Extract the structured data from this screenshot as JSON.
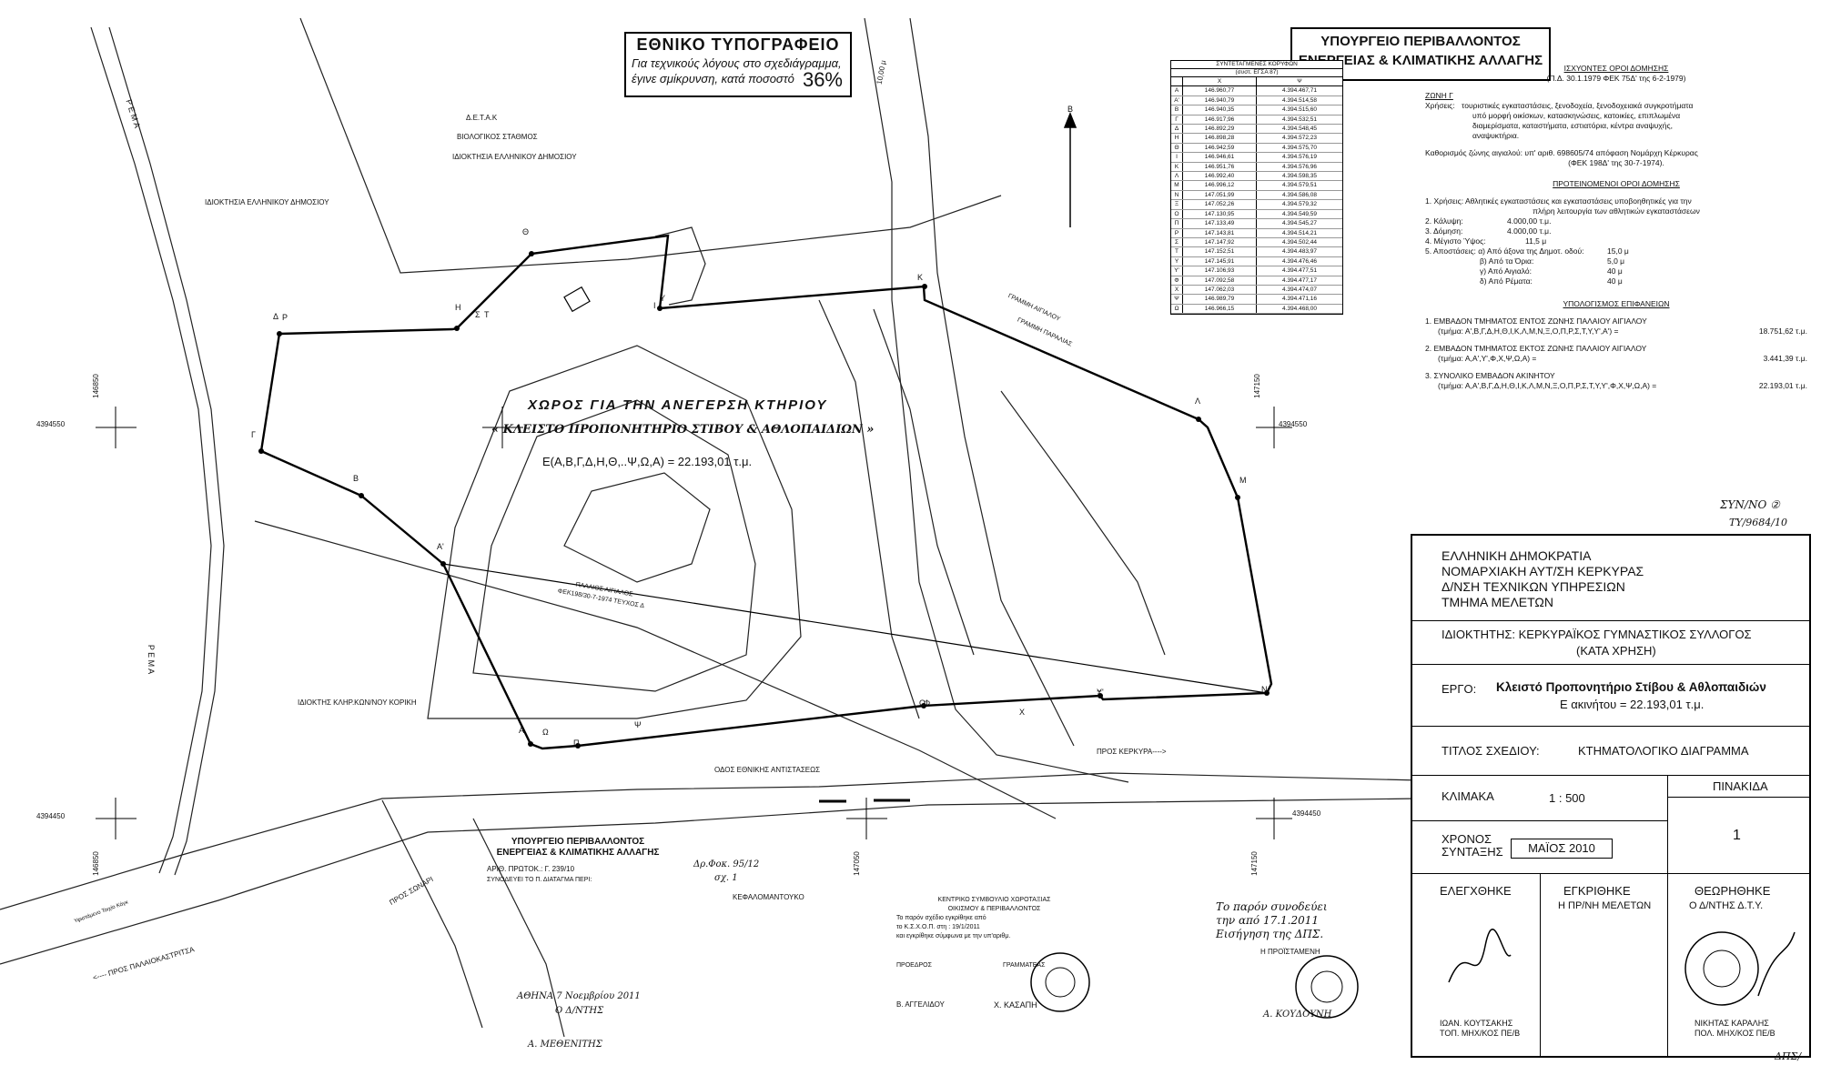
{
  "top_stamp": {
    "title": "ΕΘΝΙΚΟ ΤΥΠΟΓΡΑΦΕΙΟ",
    "line1": "Για τεχνικούς λόγους στο σχεδιάγραμμα,",
    "line2": "έγινε σμίκρυνση, κατά ποσοστό",
    "percent": "36%"
  },
  "ministry_stamp": {
    "line1": "ΥΠΟΥΡΓΕΙΟ ΠΕΡΙΒΑΛΛΟΝΤΟΣ",
    "line2": "ΕΝΕΡΓΕΙΑΣ & ΚΛΙΜΑΤΙΚΗΣ ΑΛΛΑΓΗΣ"
  },
  "coord_table": {
    "title": "ΣΥΝΤΕΤΑΓΜΕΝΕΣ ΚΟΡΥΦΩΝ",
    "subtitle": "(συστ. ΕΓΣΑ 87)",
    "col_x": "X",
    "col_y": "Ψ",
    "rows": [
      [
        "A",
        "146.960,77",
        "4.394.467,71"
      ],
      [
        "A'",
        "146.940,79",
        "4.394.514,58"
      ],
      [
        "B",
        "146.940,35",
        "4.394.515,60"
      ],
      [
        "Γ",
        "146.917,96",
        "4.394.532,51"
      ],
      [
        "Δ",
        "146.892,29",
        "4.394.548,45"
      ],
      [
        "H",
        "146.898,28",
        "4.394.572,23"
      ],
      [
        "Θ",
        "146.942,59",
        "4.394.575,70"
      ],
      [
        "I",
        "146.946,61",
        "4.394.576,19"
      ],
      [
        "K",
        "146.951,76",
        "4.394.576,96"
      ],
      [
        "Λ",
        "146.992,40",
        "4.394.598,35"
      ],
      [
        "M",
        "146.996,12",
        "4.394.579,51"
      ],
      [
        "N",
        "147.051,99",
        "4.394.586,08"
      ],
      [
        "Ξ",
        "147.052,26",
        "4.394.579,32"
      ],
      [
        "O",
        "147.130,95",
        "4.394.549,59"
      ],
      [
        "Π",
        "147.133,49",
        "4.394.545,27"
      ],
      [
        "P",
        "147.143,81",
        "4.394.514,21"
      ],
      [
        "Σ",
        "147.147,92",
        "4.394.502,44"
      ],
      [
        "T",
        "147.152,51",
        "4.394.483,97"
      ],
      [
        "Y",
        "147.145,91",
        "4.394.476,46"
      ],
      [
        "Y'",
        "147.106,93",
        "4.394.477,51"
      ],
      [
        "Φ",
        "147.092,58",
        "4.394.477,17"
      ],
      [
        "X",
        "147.062,03",
        "4.394.474,07"
      ],
      [
        "Ψ",
        "146.989,79",
        "4.394.471,16"
      ],
      [
        "Ω",
        "146.966,15",
        "4.394.468,00"
      ]
    ]
  },
  "terms": {
    "existing_title": "ΙΣΧΥΟΝΤΕΣ ΟΡΟΙ ΔΟΜΗΣΗΣ",
    "existing_ref": "(Π.Δ. 30.1.1979   ΦΕΚ 75Δ'  της 6-2-1979)",
    "zone": "ΖΩΝΗ Γ",
    "uses_label": "Χρήσεις:",
    "uses_1": "τουριστικές εγκαταστάσεις, ξενοδοχεία, ξενοδοχειακά συγκροτήματα",
    "uses_2": "υπό μορφή οικίσκων, κατασκηνώσεις, κατοικίες, επιπλωμένα",
    "uses_3": "διαμερίσματα, καταστήματα, εστιατόρια, κέντρα αναψυχής,",
    "uses_4": "αναψυκτήρια.",
    "shore_1": "Καθορισμός ζώνης αιγιαλού:  υπ' αριθ. 698605/74 απόφαση Νομάρχη Κέρκυρας",
    "shore_2": "(ΦΕΚ 198Δ' της 30-7-1974).",
    "proposed_title": "ΠΡΟΤΕΙΝΟΜΕΝΟΙ ΟΡΟΙ ΔΟΜΗΣΗΣ",
    "p1a": "1. Χρήσεις:  Αθλητικές εγκαταστάσεις και εγκαταστάσεις υποβοηθητικές για την",
    "p1b": "πλήρη λειτουργία των αθλητικών εγκαταστάσεων",
    "p2": "2.  Κάλυψη:",
    "p2v": "4.000,00  τ.μ.",
    "p3": "3.  Δόμηση:",
    "p3v": "4.000,00  τ.μ.",
    "p4": "4.  Μέγιστο Ύψος:",
    "p4v": "11,5 μ",
    "p5": "5.  Αποστάσεις:  α) Από άξονα της Δημοτ. οδού:",
    "p5v": "15,0 μ",
    "p5b": "β) Από τα Όρια:",
    "p5bv": "5,0 μ",
    "p5c": "γ) Από Αιγιαλό:",
    "p5cv": "40 μ",
    "p5d": "δ) Από Ρέματα:",
    "p5dv": "40 μ",
    "area_title": "ΥΠΟΛΟΓΙΣΜΟΣ ΕΠΙΦΑΝΕΙΩΝ",
    "a1": "1. ΕΜΒΑΔΟΝ ΤΜΗΜΑΤΟΣ ΕΝΤΟΣ ΖΩΝΗΣ ΠΑΛΑΙΟΥ ΑΙΓΙΑΛΟΥ",
    "a1b": "(τμήμα: Α',Β,Γ,Δ,Η,Θ,Ι,Κ,Λ,Μ,Ν,Ξ,Ο,Π,Ρ,Σ,Τ,Υ,Υ',Α') =",
    "a1v": "18.751,62  τ.μ.",
    "a2": "2. ΕΜΒΑΔΟΝ ΤΜΗΜΑΤΟΣ ΕΚΤΟΣ ΖΩΝΗΣ ΠΑΛΑΙΟΥ ΑΙΓΙΑΛΟΥ",
    "a2b": "(τμήμα: Α,Α',Υ',Φ,Χ,Ψ,Ω,Α) =",
    "a2v": "3.441,39  τ.μ.",
    "a3": "3. ΣΥΝΟΛΙΚΟ ΕΜΒΑΔΟΝ ΑΚΙΝΗΤΟΥ",
    "a3b": "(τμήμα: Α,Α',Β,Γ,Δ,Η,Θ,Ι,Κ,Λ,Μ,Ν,Ξ,Ο,Π,Ρ,Σ,Τ,Υ,Υ',Φ,Χ,Ψ,Ω,Α) =",
    "a3v": "22.193,01  τ.μ."
  },
  "title_block": {
    "org1": "ΕΛΛΗΝΙΚΗ ΔΗΜΟΚΡΑΤΙΑ",
    "org2": "ΝΟΜΑΡΧΙΑΚΗ ΑΥΤ/ΣΗ ΚΕΡΚΥΡΑΣ",
    "org3": "Δ/ΝΣΗ  ΤΕΧΝΙΚΩΝ ΥΠΗΡΕΣΙΩΝ",
    "org4": "ΤΜΗΜΑ ΜΕΛΕΤΩΝ",
    "owner_label": "ΙΔΙΟΚΤΗΤΗΣ:",
    "owner": "ΚΕΡΚΥΡΑΪΚΟΣ ΓΥΜΝΑΣΤΙΚΟΣ ΣΥΛΛΟΓΟΣ",
    "owner2": "(ΚΑΤΑ ΧΡΗΣΗ)",
    "project_label": "ΕΡΓΟ:",
    "project": "Κλειστό Προπονητήριο Στίβου & Αθλοπαιδιών",
    "project_area": "Ε ακινήτου = 22.193,01 τ.μ.",
    "drawing_label": "ΤΙΤΛΟΣ ΣΧΕΔΙΟΥ:",
    "drawing": "ΚΤΗΜΑΤΟΛΟΓΙΚΟ  ΔΙΑΓΡΑΜΜΑ",
    "scale_label": "ΚΛΙΜΑΚΑ",
    "scale": "1 : 500",
    "sheet_label": "ΠΙΝΑΚΙΔΑ",
    "sheet": "1",
    "time_label1": "ΧΡΟΝΟΣ",
    "time_label2": "ΣΥΝΤΑΞΗΣ",
    "time": "ΜΑΪΟΣ  2010",
    "checked": "ΕΛΕΓΧΘΗΚΕ",
    "approved": "ΕΓΚΡΙΘΗΚΕ",
    "approved2": "Η ΠΡ/ΝΗ ΜΕΛΕΤΩΝ",
    "reviewed": "ΘΕΩΡΗΘΗΚΕ",
    "reviewed2": "Ο Δ/ΝΤΗΣ Δ.Τ.Υ.",
    "sig1a": "ΙΩΑΝ. ΚΟΥΤΣΑΚΗΣ",
    "sig1b": "ΤΟΠ. ΜΗΧ/ΚΟΣ ΠΕ/Β",
    "sig3a": "ΝΙΚΗΤΑΣ ΚΑΡΑΛΗΣ",
    "sig3b": "ΠΟΛ. ΜΗΧ/ΚΟΣ ΠΕ/Β"
  },
  "handwritten": {
    "doc1": "ΣΥΝ/ΝΟ ②",
    "doc2": "ΤΥ/9684/10",
    "date_note1": "Το παρόν συνοδεύει",
    "date_note2": "την από 17.1.2011",
    "date_note3": "Εισήγηση της ΔΠΣ.",
    "bottom_code": "ΔΠΣ/",
    "title1": "ΧΩΡΟΣ  ΓΙΑ ΤΗΝ ΑΝΕΓΕΡΣΗ ΚΤΗΡΙΟΥ",
    "title2": "« ΚΛΕΙΣΤΟ ΠΡΟΠΟΝΗΤΗΡΙΟ ΣΤΙΒΟΥ & ΑΘΛΟΠΑΙΔΙΩΝ »",
    "area": "Ε(Α,Β,Γ,Δ,Η,Θ,..Ψ,Ω,Α) = 22.193,01 τ.μ.",
    "ministry_bottom_1": "ΥΠΟΥΡΓΕΙΟ  ΠΕΡΙΒΑΛΛΟΝΤΟΣ",
    "ministry_bottom_2": "ΕΝΕΡΓΕΙΑΣ & ΚΛΙΜΑΤΙΚΗΣ ΑΛΛΑΓΗΣ",
    "protocol": "ΑΡΙΘ. ΠΡΩΤΟΚ.:   Γ. 239/10",
    "note_a": "ΣΥΝΟΔΕΥΕΙ ΤΟ Π. ΔΙΑΤΑΓΜΑ ΠΕΡΙ:",
    "athens1": "ΑΘΗΝΑ   7   Νοεμβρίου  2011",
    "athens2": "Ο Δ/ΝΤΗΣ",
    "signer": "Α. ΜΕΘΕΝΙΤΗΣ",
    "fok1": "Δρ.Φοκ. 95/12",
    "fok2": "σχ. 1",
    "kentro1": "ΚΕΝΤΡΙΚΟ ΣΥΜΒΟΥΛΙΟ ΧΩΡΟΤΑΞΙΑΣ",
    "kentro2": "ΟΙΚΙΣΜΟΥ & ΠΕΡΙΒΑΛΛΟΝΤΟΣ",
    "kentro3": "Το παρόν σχέδιο εγκρίθηκε από",
    "kentro4": "το Κ.Σ.Χ.Ο.Π. στη :   19/1/2011",
    "kentro5": "και εγκρίθηκε σύμφωνα με την υπ'αριθμ.",
    "proedr": "ΠΡΟΕΔΡΟΣ",
    "gramm": "ΓΡΑΜΜΑΤΕΑΣ",
    "vag": "Β. ΑΓΓΕΛΙΔΟΥ",
    "xkas": "Χ. ΚΑΣΑΠΗ",
    "apoth": "Η ΠΡΟΪΣΤΑΜΕΝΗ",
    "akoud": "Α. ΚΟΥΔΟΥΝΗ"
  },
  "map_labels": {
    "detak": "Δ.Ε.Τ.Α.Κ",
    "bio": "ΒΙΟΛΟΓΙΚΟΣ ΣΤΑΘΜΟΣ",
    "idio1": "ΙΔΙΟΚΤΗΣΙΑ ΕΛΛΗΝΙΚΟΥ ΔΗΜΟΣΙΟΥ",
    "idio2": "ΙΔΙΟΚΤΗΣΙΑ ΕΛΛΗΝΙΚΟΥ ΔΗΜΟΣΙΟΥ",
    "idio3": "ΙΔΙΟΚΤΗΣ ΚΛΗΡ.ΚΩΝ/ΝΟΥ ΚΟΡΙΚΗ",
    "rema1": "Ρ Ε Μ Α",
    "rema2": "Ρ Ε Μ Α",
    "odos": "ΟΔΟΣ ΕΘΝΙΚΗΣ ΑΝΤΙΣΤΑΣΕΩΣ",
    "kerkyra": "ΠΡΟΣ ΚΕΡΚΥΡΑ---->",
    "palaiok": "<---- ΠΡΟΣ ΠΑΛΑΙΟΚΑΣΤΡΙΤΣΑ",
    "sonari": "ΠΡΟΣ ΣΩΝΑΡΙ",
    "kefalo": "ΚΕΦΑΛΟΜΑΝΤΟΥΚΟ",
    "palaios": "ΠΑΛΑΙΟΣ ΑΙΓΙΑΛΟΣ",
    "fek": "ΦΕΚ198/30-7-1974 ΤΕΥΧΟΣ Δ",
    "ygramm": "ΓΡΑΜΜΗ ΑΙΓΙΑΛΟΥ",
    "paralia": "ΓΡΑΜΜΗ ΠΑΡΑΛΙΑΣ",
    "north": "Β",
    "c1": "4394550",
    "c2": "4394550",
    "c3": "4394450",
    "c4": "4394450",
    "e1": "146850",
    "e2": "147150",
    "e3": "146850",
    "e4": "147050",
    "e5": "147150",
    "dist": "10,00 μ",
    "tagxi": "Υφιστάμενο Τοιχίο Κάγκ"
  },
  "vertices": [
    "A",
    "A'",
    "B",
    "Γ",
    "Δ",
    "H",
    "Θ",
    "I",
    "K",
    "Λ",
    "M",
    "N",
    "Ξ",
    "O",
    "Π",
    "P",
    "Σ",
    "T",
    "Y",
    "Y'",
    "Φ",
    "X",
    "Ψ",
    "Ω"
  ]
}
